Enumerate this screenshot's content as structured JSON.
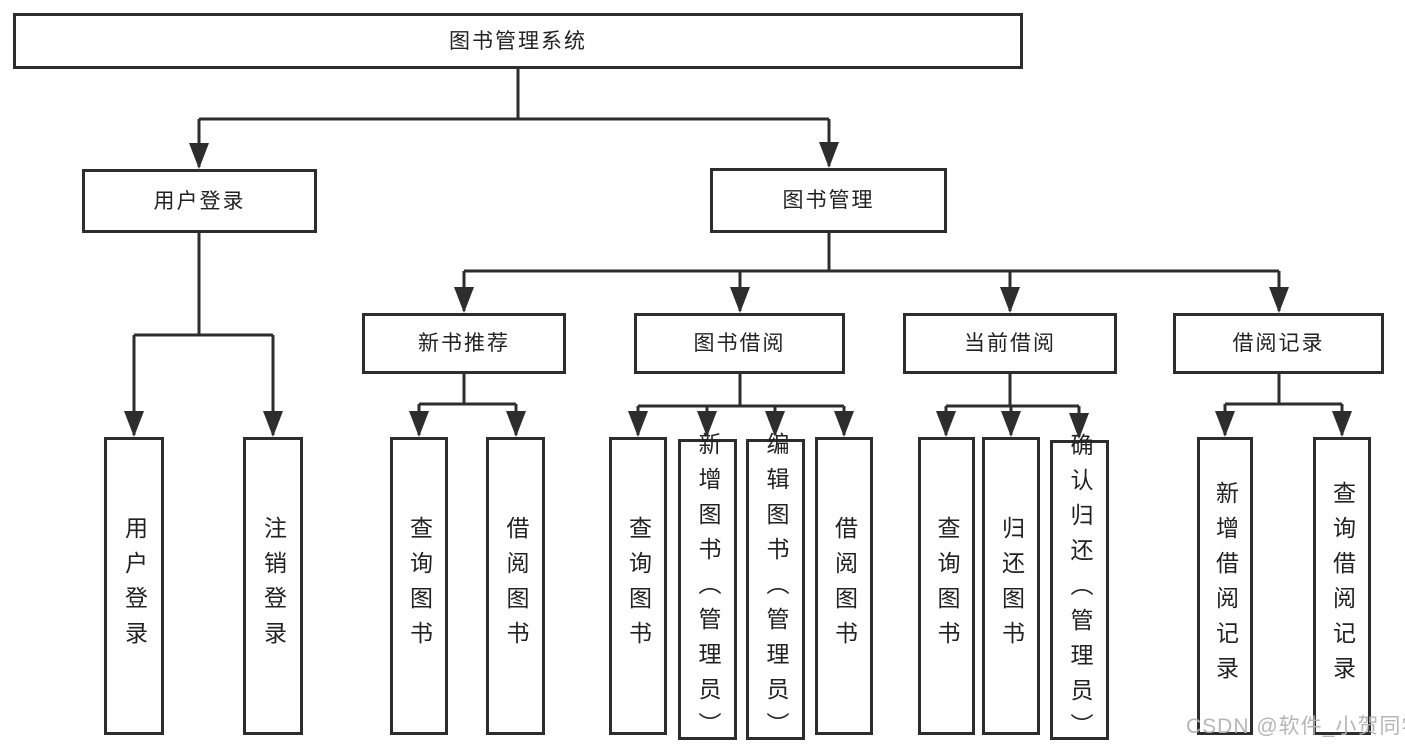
{
  "tree": {
    "root": {
      "label": "图书管理系统",
      "children": [
        {
          "label": "用户登录",
          "children": [
            {
              "label": "用户登录"
            },
            {
              "label": "注销登录"
            }
          ]
        },
        {
          "label": "图书管理",
          "children": [
            {
              "label": "新书推荐",
              "children": [
                {
                  "label": "查询图书"
                },
                {
                  "label": "借阅图书"
                }
              ]
            },
            {
              "label": "图书借阅",
              "children": [
                {
                  "label": "查询图书"
                },
                {
                  "label": "新增图书（管理员）"
                },
                {
                  "label": "编辑图书（管理员）"
                },
                {
                  "label": "借阅图书"
                }
              ]
            },
            {
              "label": "当前借阅",
              "children": [
                {
                  "label": "查询图书"
                },
                {
                  "label": "归还图书"
                },
                {
                  "label": "确认归还（管理员）"
                }
              ]
            },
            {
              "label": "借阅记录",
              "children": [
                {
                  "label": "新增借阅记录"
                },
                {
                  "label": "查询借阅记录"
                }
              ]
            }
          ]
        }
      ]
    }
  },
  "watermark": {
    "text": "CSDN @软件_小贺同学"
  },
  "colors": {
    "line": "#2d2d2d",
    "box_border": "#2d2d2d",
    "box_background": "#ffffff",
    "text": "#222222",
    "watermark": "#b2b2b2"
  }
}
